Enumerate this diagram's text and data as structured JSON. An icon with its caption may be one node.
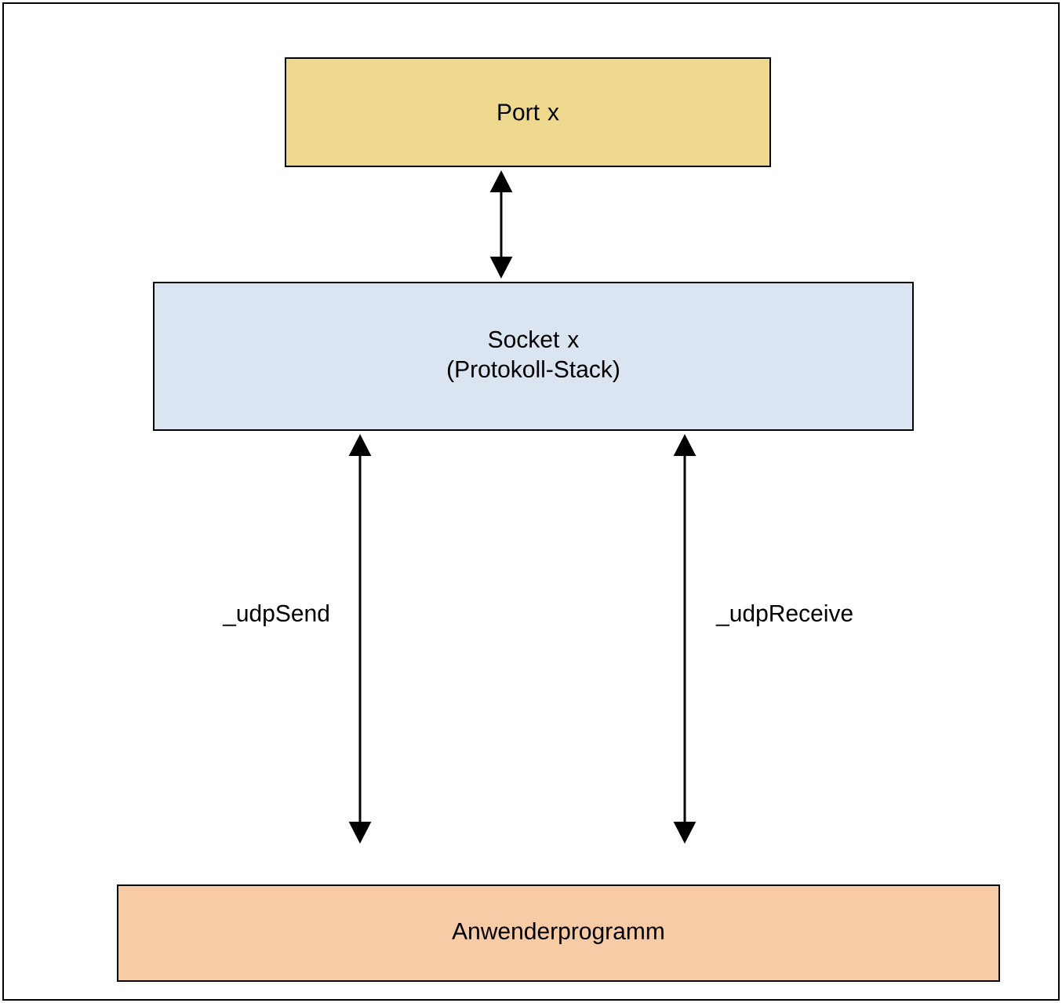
{
  "diagram": {
    "nodes": [
      {
        "text": [
          "Port x"
        ]
      },
      {
        "text": [
          "Socket x (Protokoll-Stack)"
        ]
      },
      {
        "text": [
          "Anwenderprogramm"
        ]
      }
    ],
    "edges": [
      {
        "from": 0,
        "to": 1,
        "arrow": "both"
      },
      {
        "from": 1,
        "to": 2,
        "arrow": "both",
        "label": "_udpSend"
      },
      {
        "from": 1,
        "to": 2,
        "arrow": "both",
        "label": "_udpReceive"
      }
    ]
  }
}
